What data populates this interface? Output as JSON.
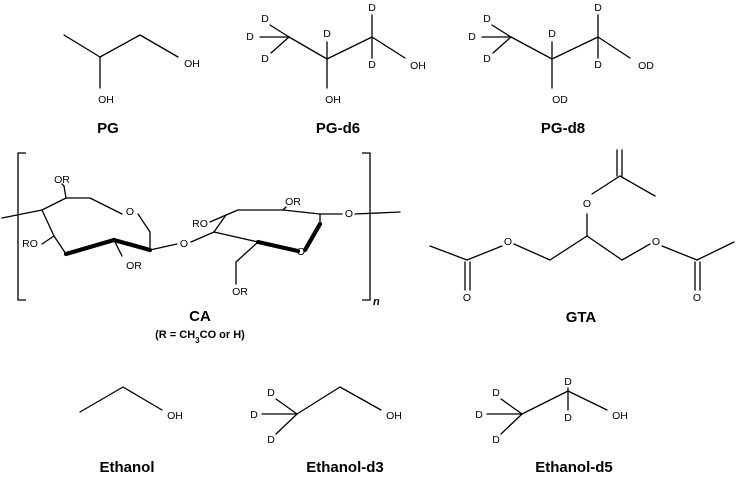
{
  "atoms": {
    "oh": "OH",
    "od": "OD",
    "o": "O",
    "ro": "RO",
    "or": "OR",
    "d": "D"
  },
  "molecules": {
    "pg": {
      "name": "PG"
    },
    "pg_d6": {
      "name": "PG-d6"
    },
    "pg_d8": {
      "name": "PG-d8"
    },
    "ca": {
      "name": "CA",
      "subtitle_pre": "(R = CH",
      "subtitle_sub": "3",
      "subtitle_post": "CO or H)",
      "repeat": "n"
    },
    "gta": {
      "name": "GTA"
    },
    "ethanol": {
      "name": "Ethanol"
    },
    "ethanol_d3": {
      "name": "Ethanol-d3"
    },
    "ethanol_d5": {
      "name": "Ethanol-d5"
    }
  }
}
